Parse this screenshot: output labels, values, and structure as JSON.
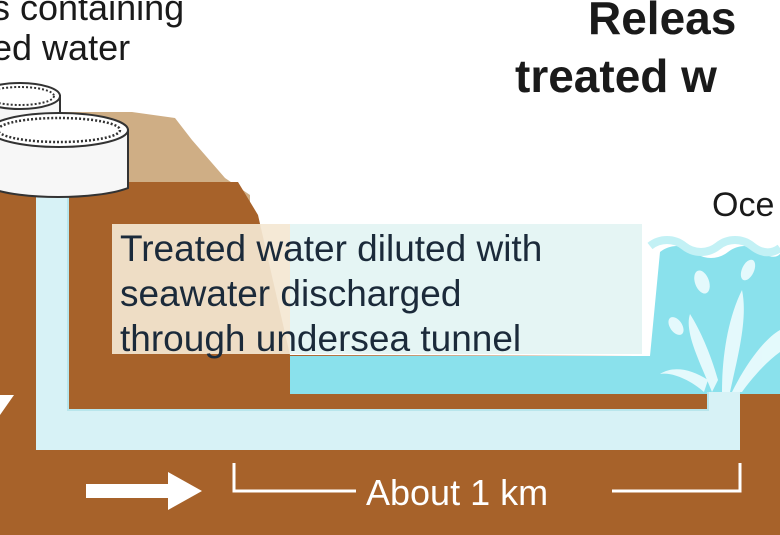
{
  "captions": {
    "top_left": [
      "s containing",
      "ed water"
    ],
    "title": [
      "Releas",
      "treated w"
    ],
    "ocean": "Oce",
    "main": [
      "Treated water diluted with",
      "seawater discharged",
      "through undersea tunnel"
    ],
    "distance": "About 1 km"
  },
  "colors": {
    "ground": "#a7622a",
    "ground_light": "#cfae85",
    "caption_box": "#f4e7d2",
    "tunnel": "#d7f2f6",
    "sea": "#8ae1ec",
    "ocean_surface": "#c3f1f5",
    "tank": "#f7f7f7",
    "text": "#1a1a1a",
    "distance_text": "#ffffff"
  }
}
